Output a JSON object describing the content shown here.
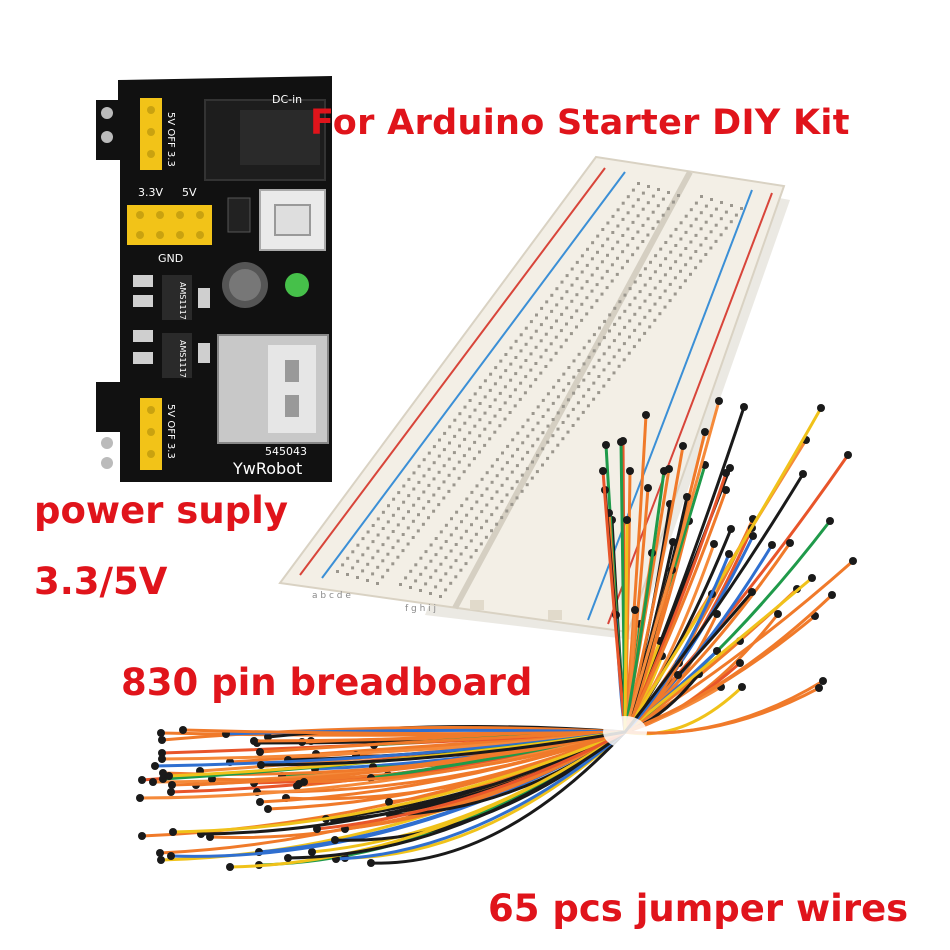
{
  "captions": {
    "title": "For Arduino Starter DIY Kit",
    "power_line1": "power suply",
    "power_line2": "3.3/5V",
    "breadboard": "830 pin breadboard",
    "wires": "65 pcs jumper wires"
  },
  "pcb": {
    "dc_label": "DC-in",
    "jumper_top": "5V OFF 3.3",
    "left_volt": "3.3V",
    "right_volt": "5V",
    "gnd_label": "GND",
    "chip1": "AMS1117",
    "chip2": "AMS1117",
    "part_no": "545043",
    "brand": "YwRobot",
    "jumper_bottom": "5V OFF 3.3"
  },
  "breadboard": {
    "cols_left": "a b c d e",
    "cols_right": "f g h i j"
  },
  "colors": {
    "caption_red": "#e0141b",
    "pcb_black": "#111111",
    "header_yellow": "#f2c318",
    "board_white": "#f3efe6",
    "rail_red": "#d8453a",
    "rail_blue": "#3b8fd6",
    "wire_orange": "#f07a2a",
    "wire_black": "#1a1a1a"
  }
}
